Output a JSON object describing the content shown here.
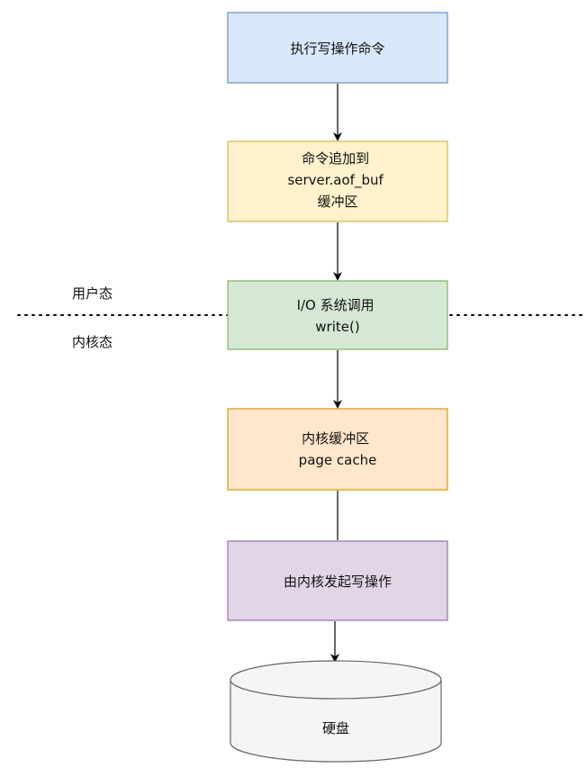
{
  "nodes": [
    {
      "id": "exec-write",
      "lines": [
        "执行写操作命令"
      ],
      "fill": "#dae8fc",
      "stroke": "#6c8ebf"
    },
    {
      "id": "append-aof-buf",
      "lines": [
        "命令追加到",
        "server.aof_buf",
        "缓冲区"
      ],
      "fill": "#fff2cc",
      "stroke": "#d6b656"
    },
    {
      "id": "write-syscall",
      "lines": [
        "I/O 系统调用",
        "write()"
      ],
      "fill": "#d5e8d4",
      "stroke": "#82b366"
    },
    {
      "id": "page-cache",
      "lines": [
        "内核缓冲区",
        "page cache"
      ],
      "fill": "#ffe6cc",
      "stroke": "#d79b00"
    },
    {
      "id": "kernel-write",
      "lines": [
        "由内核发起写操作"
      ],
      "fill": "#e1d5e7",
      "stroke": "#9673a6"
    },
    {
      "id": "disk",
      "lines": [
        "硬盘"
      ],
      "fill": "#f5f5f5",
      "stroke": "#666666",
      "shape": "cylinder"
    }
  ],
  "boundary": {
    "upper_label": "用户态",
    "lower_label": "内核态"
  },
  "colors": {
    "edge": "#000000",
    "boundary_line": "#000000"
  }
}
